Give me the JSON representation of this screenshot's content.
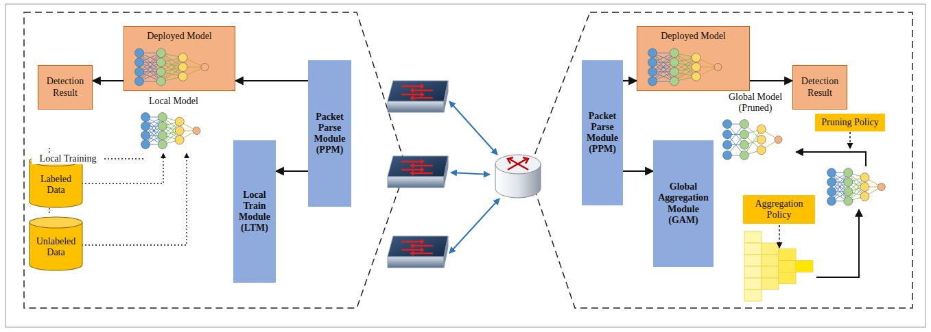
{
  "diagram": {
    "nodes": [
      {
        "text": [
          "Detection Result"
        ]
      },
      {
        "text": [
          "Deployed Model"
        ]
      },
      {
        "text": [
          "Packet Parse Module (PPM)"
        ]
      },
      {
        "text": [
          "Local Train Module (LTM)"
        ]
      },
      {
        "text": [
          "Labeled Data"
        ]
      },
      {
        "text": [
          "Unlabeled Data"
        ]
      },
      {
        "text": [
          "Packet Parse Module (PPM)"
        ]
      },
      {
        "text": [
          "Deployed Model"
        ]
      },
      {
        "text": [
          "Detection Result"
        ]
      },
      {
        "text": [
          "Global Aggregation Module (GAM)"
        ]
      },
      {
        "text": [
          "Pruning Policy"
        ]
      },
      {
        "text": [
          "Aggregation Policy"
        ]
      }
    ],
    "edges": [
      {
        "from": 2,
        "to": 1,
        "arrow": "to"
      },
      {
        "from": 1,
        "to": 0,
        "arrow": "to"
      },
      {
        "from": 2,
        "to": 3,
        "arrow": "to"
      },
      {
        "from": 6,
        "to": 7,
        "arrow": "to"
      },
      {
        "from": 7,
        "to": 8,
        "arrow": "to"
      },
      {
        "from": 6,
        "to": 9,
        "arrow": "to"
      }
    ],
    "labels": [
      "Local Model",
      "Local Training",
      "Global Model (Pruned)"
    ]
  }
}
